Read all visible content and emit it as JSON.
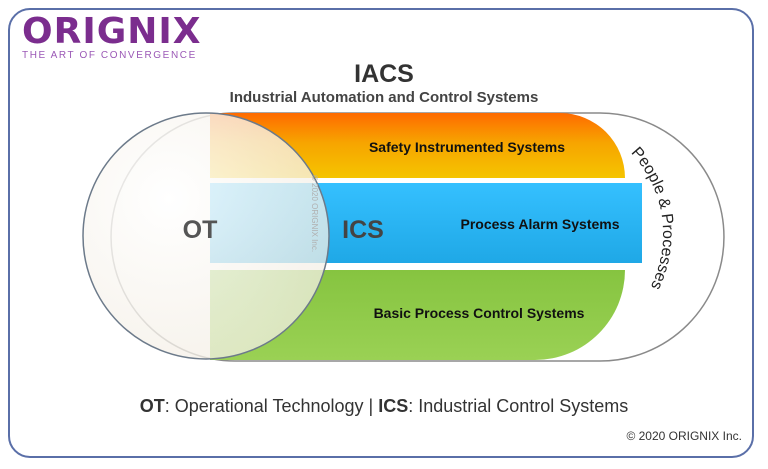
{
  "logo": {
    "name": "ORIGNIX",
    "tagline": "THE ART OF CONVERGENCE"
  },
  "title": "IACS",
  "subtitle": "Industrial Automation and Control Systems",
  "bands": {
    "top": "Safety Instrumented Systems",
    "middle": "Process Alarm Systems",
    "bottom": "Basic Process Control Systems"
  },
  "circle_label": "OT",
  "ics_label": "ICS",
  "side_label": "People & Processes",
  "watermark": "© 2020 ORIGNIX Inc.",
  "caption": {
    "ot_abbr": "OT",
    "ot_text": ": Operational Technology | ",
    "ics_abbr": "ICS",
    "ics_text": ": Industrial Control Systems"
  },
  "copyright": "© 2020 ORIGNIX Inc.",
  "colors": {
    "top_band": "#f5b400",
    "middle_band": "#29b6f6",
    "bottom_band": "#8bc34a",
    "brand": "#7b2d8e",
    "frame": "#5a6fa8"
  }
}
